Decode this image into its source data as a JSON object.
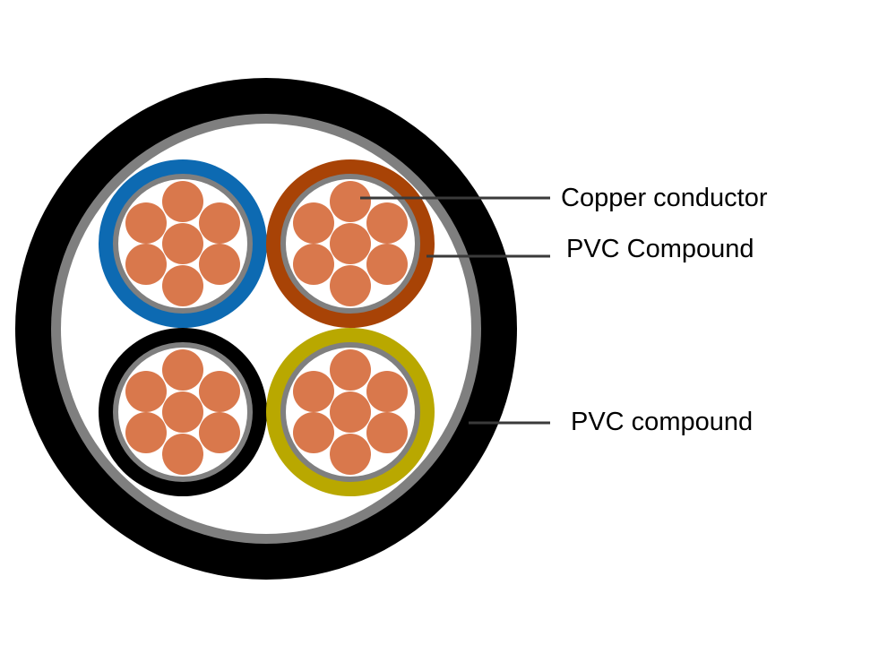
{
  "diagram": {
    "colors": {
      "outer_sheath": "#000000",
      "inner_sheath_ring": "#7f7f7f",
      "filler": "#ffffff",
      "copper": "#d9784c",
      "screen_ring": "#7f7f7f",
      "line": "#3a3a3a",
      "label_text": "#000000"
    },
    "cores": [
      {
        "id": "core-blue",
        "insulation_color": "#0d6ab2"
      },
      {
        "id": "core-brown",
        "insulation_color": "#a84306"
      },
      {
        "id": "core-black",
        "insulation_color": "#000000"
      },
      {
        "id": "core-yellow",
        "insulation_color": "#b9a800"
      }
    ],
    "callouts": [
      {
        "id": "copper-conductor",
        "label": "Copper conductor"
      },
      {
        "id": "pvc-compound-insulation",
        "label": "PVC Compound"
      },
      {
        "id": "pvc-compound-sheath",
        "label": "PVC compound"
      }
    ]
  }
}
